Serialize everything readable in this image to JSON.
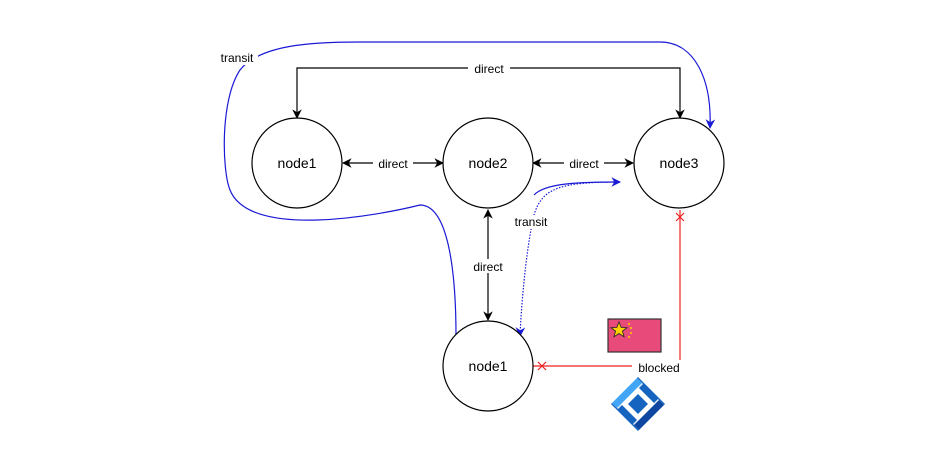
{
  "nodes": {
    "node1_top": "node1",
    "node2": "node2",
    "node3": "node3",
    "node1_bottom": "node1"
  },
  "edges": {
    "top_direct": "direct",
    "node1_node2": "direct",
    "node2_node3": "direct",
    "node2_node1_bottom": "direct",
    "transit_outer": "transit",
    "transit_inner": "transit",
    "blocked": "blocked"
  },
  "icons": {
    "flag": "china-flag-icon",
    "shield": "roskomnadzor-logo-icon"
  },
  "colors": {
    "direct": "#000000",
    "transit": "#1a1ad6",
    "blocked": "#ee2222",
    "flag": "#e84a7a",
    "shield": "#1565c0"
  }
}
